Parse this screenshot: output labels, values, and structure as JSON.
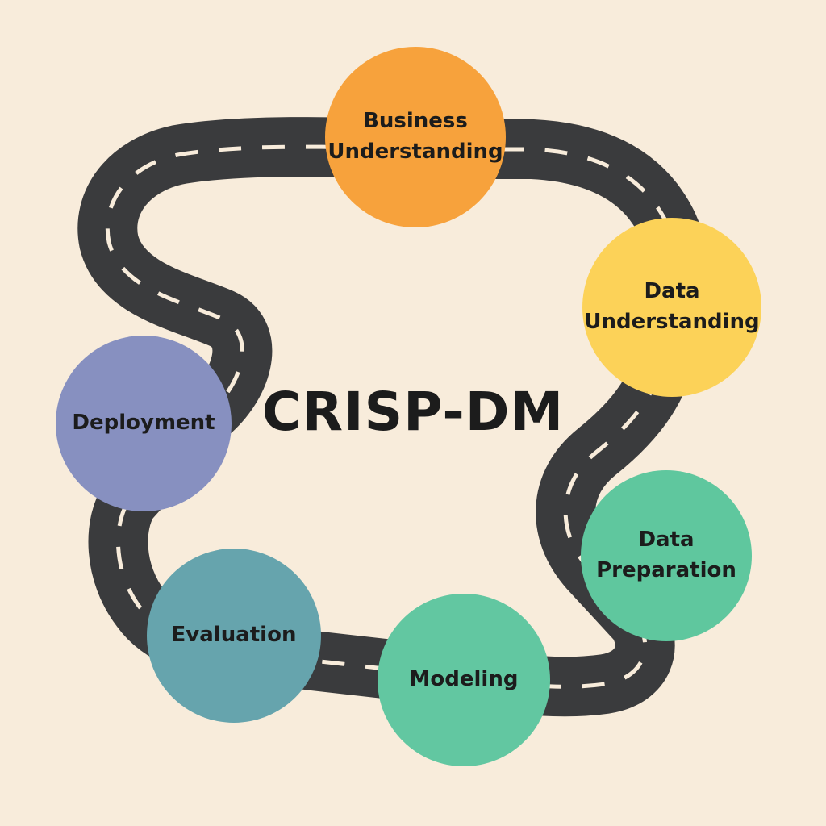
{
  "title": "CRISP-DM",
  "colors": {
    "background": "#f8ecdb",
    "road": "#3a3b3d",
    "lane_marking": "#f8ecdb"
  },
  "phases": [
    {
      "label_lines": [
        "Business",
        "Understanding"
      ],
      "color": "#f7a23c"
    },
    {
      "label_lines": [
        "Data",
        "Understanding"
      ],
      "color": "#fcd258"
    },
    {
      "label_lines": [
        "Data",
        "Preparation"
      ],
      "color": "#5fc79e"
    },
    {
      "label_lines": [
        "Modeling"
      ],
      "color": "#62c7a1"
    },
    {
      "label_lines": [
        "Evaluation"
      ],
      "color": "#66a4ad"
    },
    {
      "label_lines": [
        "Deployment"
      ],
      "color": "#8790c0"
    }
  ]
}
